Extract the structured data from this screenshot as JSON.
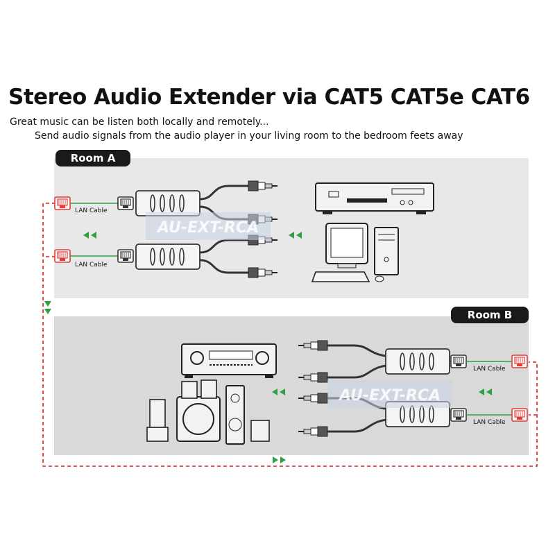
{
  "header": {
    "title": "Stereo Audio Extender via CAT5 CAT5e CAT6",
    "subtitle_line1": "Great music can be listen both locally and remotely...",
    "subtitle_line2": "Send audio signals from the audio player in your living room to the bedroom feets away"
  },
  "room_a": {
    "label": "Room A",
    "cable_label_1": "LAN Cable",
    "cable_label_2": "LAN Cable",
    "watermark": "AU-EXT-RCA"
  },
  "room_b": {
    "label": "Room B",
    "cable_label_1": "LAN Cable",
    "cable_label_2": "LAN Cable",
    "watermark": "AU-EXT-RCA"
  },
  "colors": {
    "panel_a": "#e8e8e8",
    "panel_b": "#d9d9d9",
    "dashed_line": "#e53935",
    "arrow": "#2ea043",
    "rj45": "#e53935",
    "cable_green": "#2ea043",
    "label_bg": "#1a1a1a",
    "watermark": "#3b5fa8"
  },
  "icons": [
    "rj45-jack-icon",
    "extender-box-icon",
    "rca-plug-icon",
    "dvd-player-icon",
    "computer-icon",
    "av-receiver-icon",
    "speaker-system-icon",
    "arrow-icon"
  ]
}
